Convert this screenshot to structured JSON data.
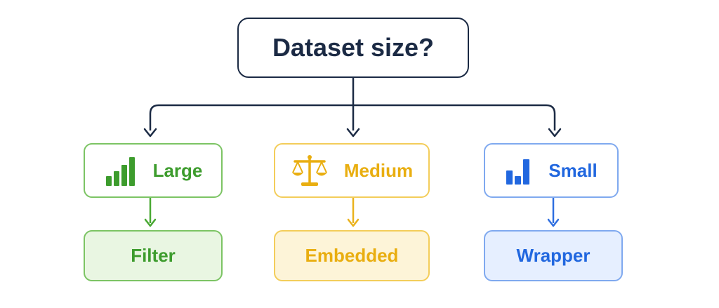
{
  "root": {
    "label": "Dataset size?"
  },
  "categories": [
    {
      "label": "Large",
      "icon": "bar-chart-icon",
      "color": "#3d9c2d"
    },
    {
      "label": "Medium",
      "icon": "balance-scale-icon",
      "color": "#e9ae10"
    },
    {
      "label": "Small",
      "icon": "small-bar-chart-icon",
      "color": "#2167df"
    }
  ],
  "results": [
    {
      "label": "Filter",
      "color": "#3d9c2d"
    },
    {
      "label": "Embedded",
      "color": "#e9ae10"
    },
    {
      "label": "Wrapper",
      "color": "#2167df"
    }
  ],
  "colors": {
    "root_border": "#1b2a44",
    "green_border": "#7cc464",
    "yellow_border": "#f3cd5a",
    "blue_border": "#7fa9ef",
    "green_fill": "#e9f6e2",
    "yellow_fill": "#fdf4d8",
    "blue_fill": "#e6efff"
  }
}
